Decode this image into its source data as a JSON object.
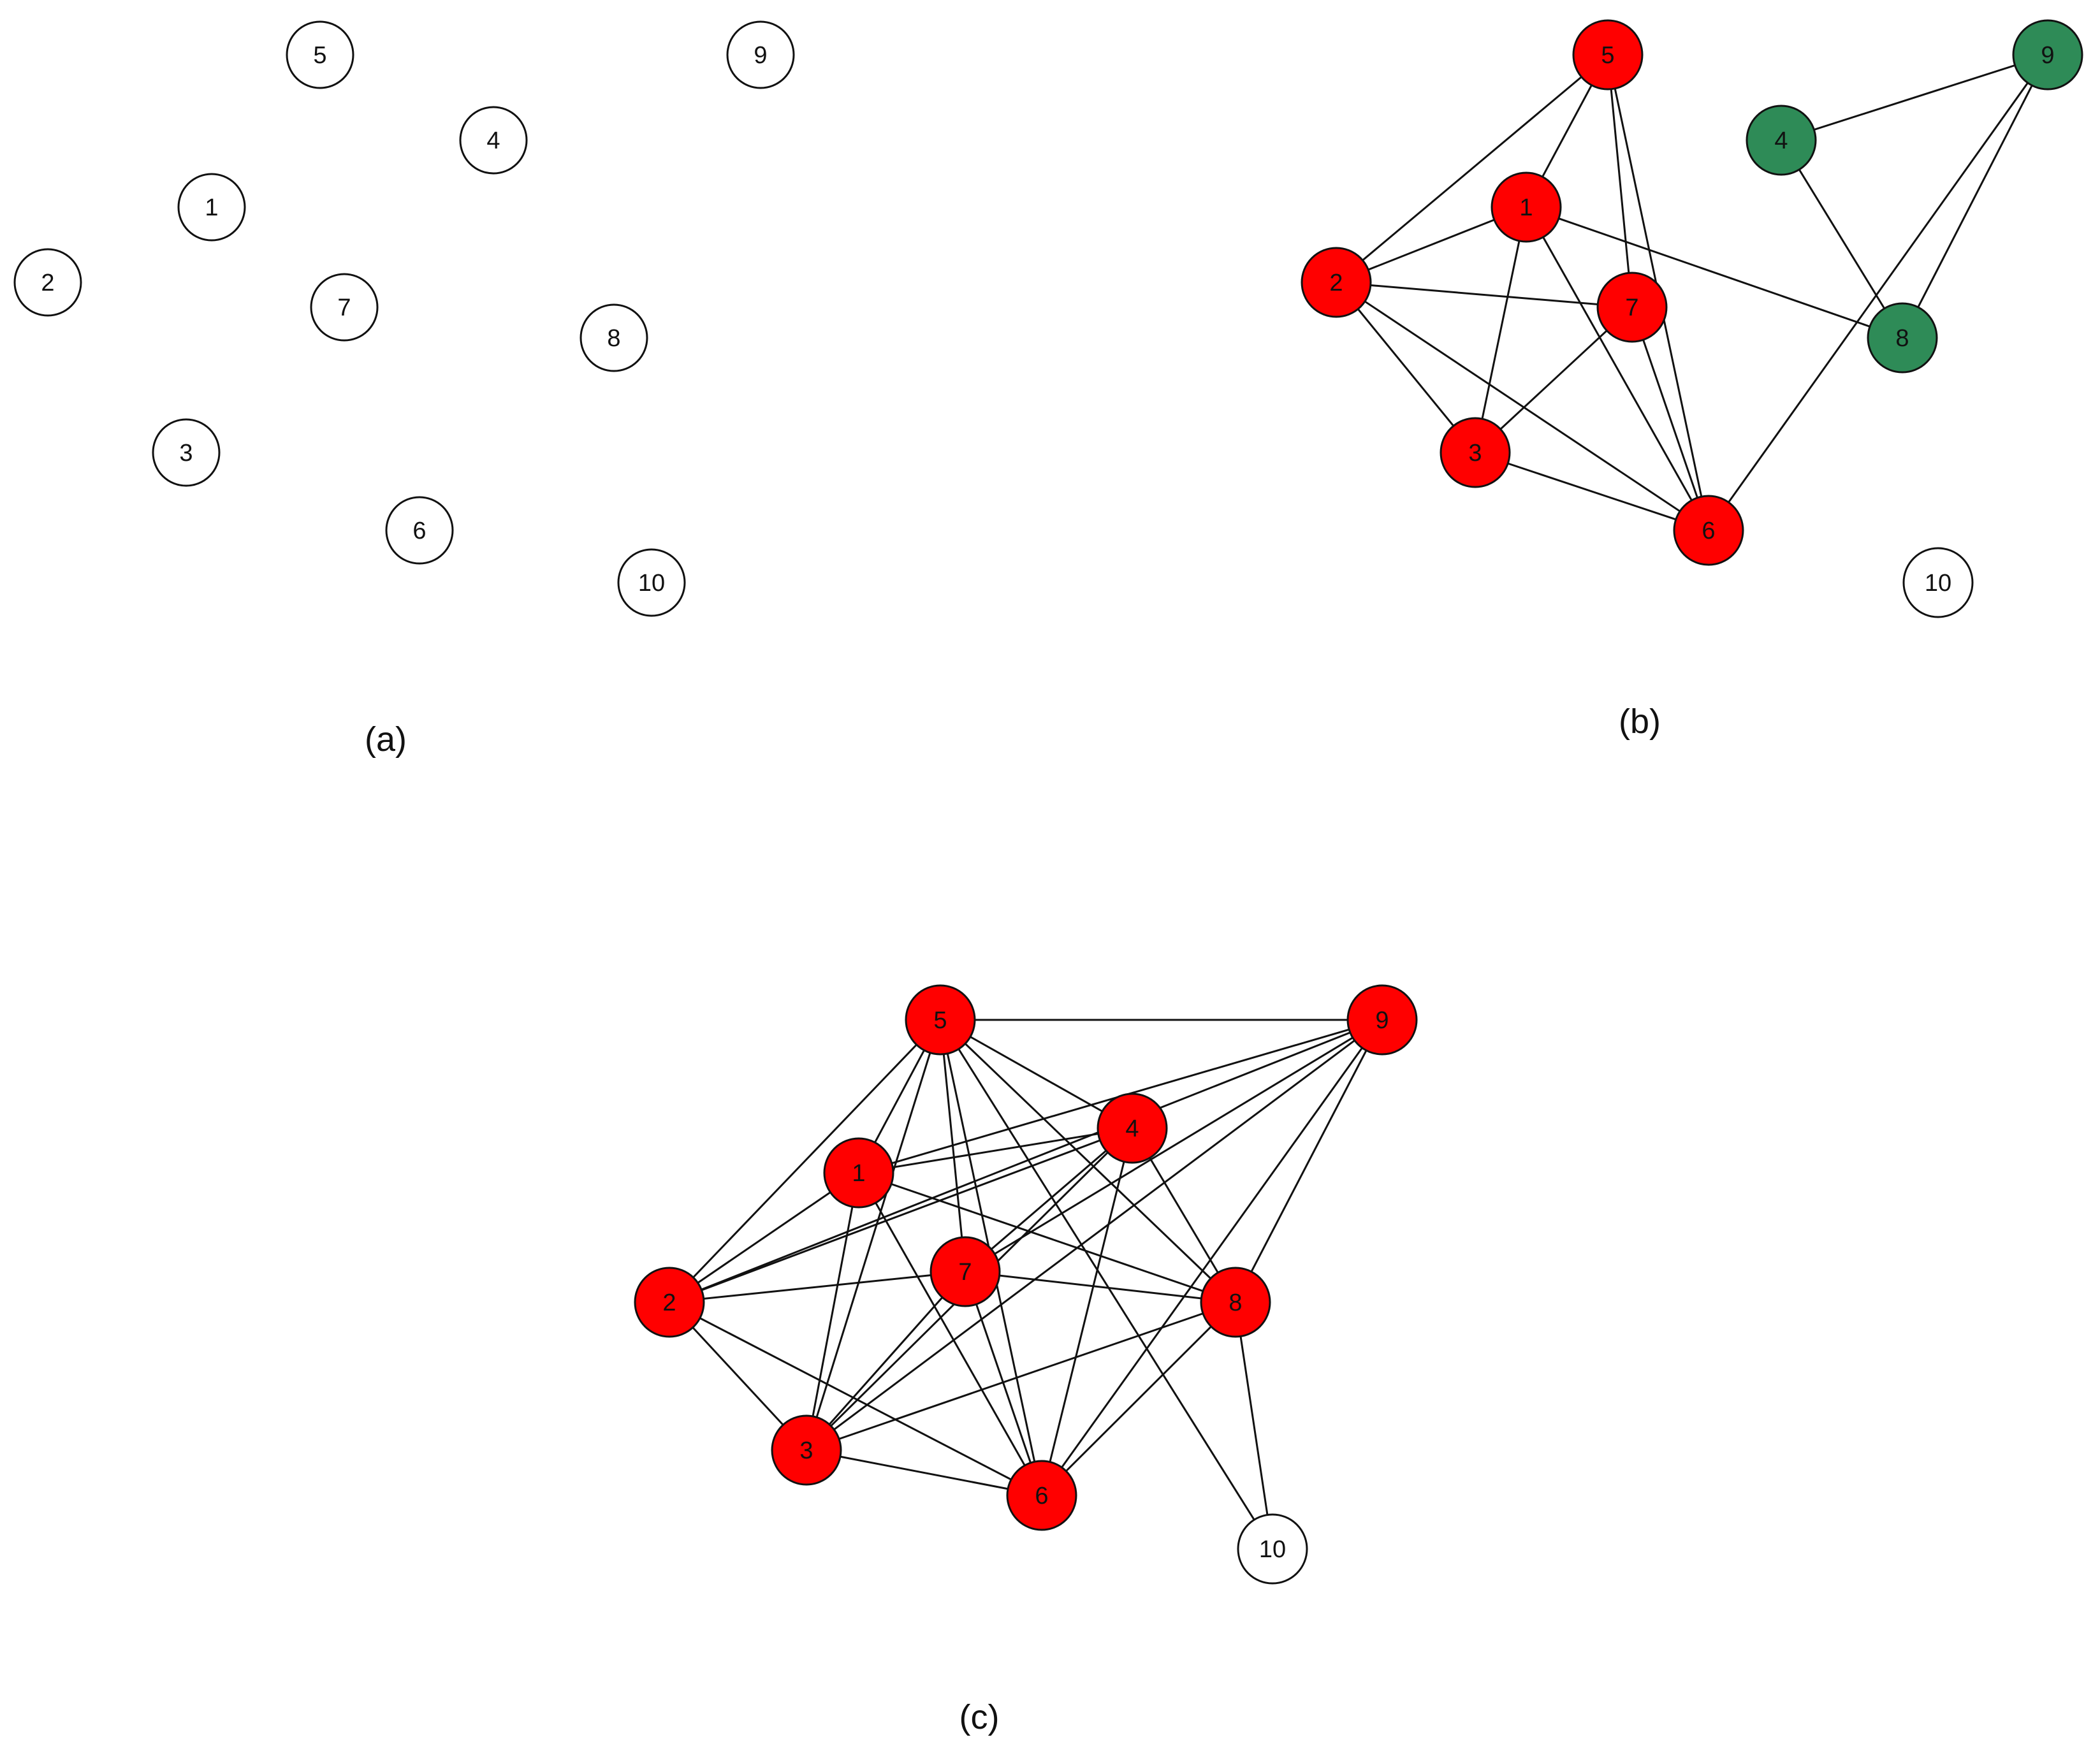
{
  "colors": {
    "background": "#ffffff",
    "edge": "#111111",
    "node_stroke": "#111111",
    "unassigned_fill": "#ffffff",
    "community_red": "#ff0000",
    "community_green": "#2e8b57"
  },
  "panels": [
    {
      "id": "a",
      "caption": "(a)",
      "nodes": [
        {
          "id": "5",
          "label": "5",
          "group": "none"
        },
        {
          "id": "9",
          "label": "9",
          "group": "none"
        },
        {
          "id": "4",
          "label": "4",
          "group": "none"
        },
        {
          "id": "1",
          "label": "1",
          "group": "none"
        },
        {
          "id": "2",
          "label": "2",
          "group": "none"
        },
        {
          "id": "7",
          "label": "7",
          "group": "none"
        },
        {
          "id": "8",
          "label": "8",
          "group": "none"
        },
        {
          "id": "3",
          "label": "3",
          "group": "none"
        },
        {
          "id": "6",
          "label": "6",
          "group": "none"
        },
        {
          "id": "10",
          "label": "10",
          "group": "none"
        }
      ],
      "edges": []
    },
    {
      "id": "b",
      "caption": "(b)",
      "nodes": [
        {
          "id": "5",
          "label": "5",
          "group": "red"
        },
        {
          "id": "9",
          "label": "9",
          "group": "green"
        },
        {
          "id": "4",
          "label": "4",
          "group": "green"
        },
        {
          "id": "1",
          "label": "1",
          "group": "red"
        },
        {
          "id": "2",
          "label": "2",
          "group": "red"
        },
        {
          "id": "7",
          "label": "7",
          "group": "red"
        },
        {
          "id": "8",
          "label": "8",
          "group": "green"
        },
        {
          "id": "3",
          "label": "3",
          "group": "red"
        },
        {
          "id": "6",
          "label": "6",
          "group": "red"
        },
        {
          "id": "10",
          "label": "10",
          "group": "none"
        }
      ],
      "edges": [
        [
          "5",
          "2"
        ],
        [
          "5",
          "1"
        ],
        [
          "5",
          "7"
        ],
        [
          "5",
          "6"
        ],
        [
          "1",
          "2"
        ],
        [
          "1",
          "3"
        ],
        [
          "1",
          "6"
        ],
        [
          "1",
          "8"
        ],
        [
          "2",
          "7"
        ],
        [
          "2",
          "3"
        ],
        [
          "2",
          "6"
        ],
        [
          "7",
          "3"
        ],
        [
          "7",
          "6"
        ],
        [
          "3",
          "6"
        ],
        [
          "9",
          "4"
        ],
        [
          "9",
          "8"
        ],
        [
          "9",
          "6"
        ],
        [
          "4",
          "8"
        ]
      ]
    },
    {
      "id": "c",
      "caption": "(c)",
      "nodes": [
        {
          "id": "5",
          "label": "5",
          "group": "red"
        },
        {
          "id": "9",
          "label": "9",
          "group": "red"
        },
        {
          "id": "4",
          "label": "4",
          "group": "red"
        },
        {
          "id": "1",
          "label": "1",
          "group": "red"
        },
        {
          "id": "7",
          "label": "7",
          "group": "red"
        },
        {
          "id": "2",
          "label": "2",
          "group": "red"
        },
        {
          "id": "8",
          "label": "8",
          "group": "red"
        },
        {
          "id": "3",
          "label": "3",
          "group": "red"
        },
        {
          "id": "6",
          "label": "6",
          "group": "red"
        },
        {
          "id": "10",
          "label": "10",
          "group": "none"
        }
      ],
      "edges": [
        [
          "5",
          "9"
        ],
        [
          "5",
          "2"
        ],
        [
          "5",
          "1"
        ],
        [
          "5",
          "3"
        ],
        [
          "5",
          "7"
        ],
        [
          "5",
          "6"
        ],
        [
          "5",
          "4"
        ],
        [
          "5",
          "8"
        ],
        [
          "5",
          "10"
        ],
        [
          "9",
          "1"
        ],
        [
          "9",
          "7"
        ],
        [
          "9",
          "3"
        ],
        [
          "9",
          "6"
        ],
        [
          "9",
          "8"
        ],
        [
          "9",
          "2"
        ],
        [
          "4",
          "1"
        ],
        [
          "4",
          "2"
        ],
        [
          "4",
          "7"
        ],
        [
          "4",
          "3"
        ],
        [
          "4",
          "6"
        ],
        [
          "4",
          "8"
        ],
        [
          "1",
          "2"
        ],
        [
          "1",
          "3"
        ],
        [
          "1",
          "6"
        ],
        [
          "1",
          "8"
        ],
        [
          "7",
          "2"
        ],
        [
          "7",
          "3"
        ],
        [
          "7",
          "6"
        ],
        [
          "7",
          "8"
        ],
        [
          "2",
          "3"
        ],
        [
          "2",
          "6"
        ],
        [
          "8",
          "3"
        ],
        [
          "8",
          "6"
        ],
        [
          "8",
          "10"
        ],
        [
          "3",
          "6"
        ]
      ]
    }
  ]
}
